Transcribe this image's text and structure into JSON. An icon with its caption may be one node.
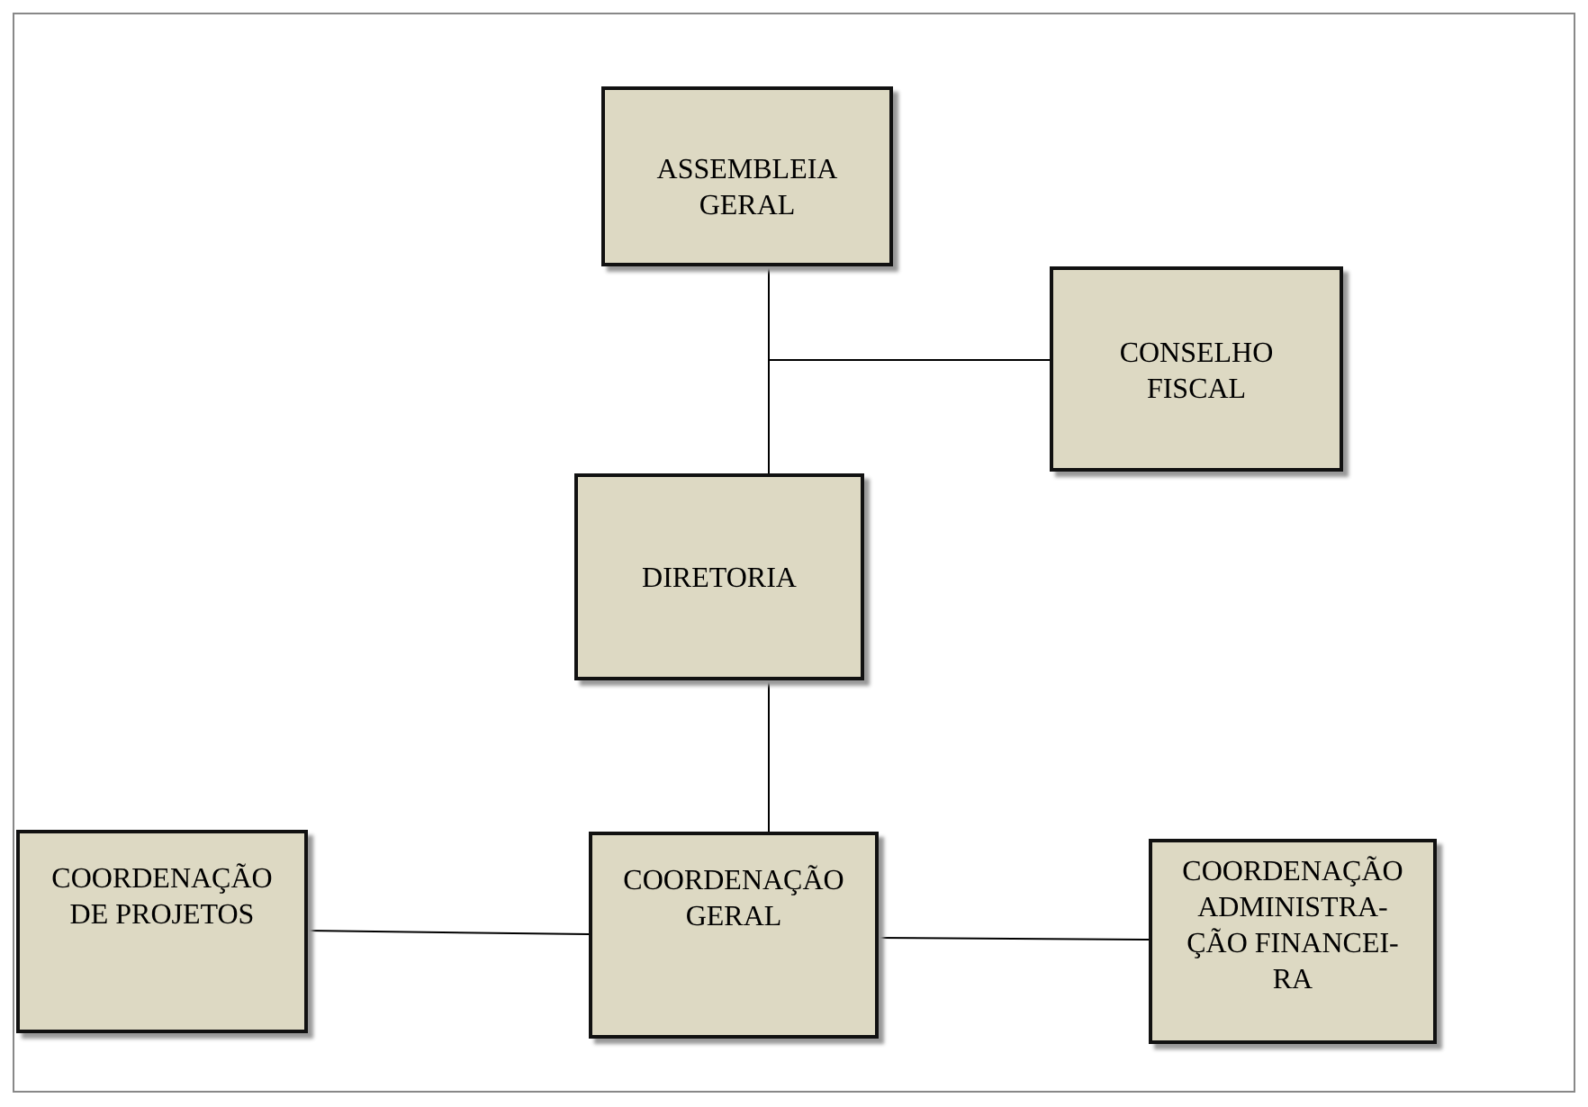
{
  "diagram": {
    "nodes": [
      {
        "text": [
          "ASSEMBLEIA GERAL"
        ]
      },
      {
        "text": [
          "CONSELHO FISCAL"
        ]
      },
      {
        "text": [
          "DIRETORIA"
        ]
      },
      {
        "text": [
          "COORDENAÇÃO DE PROJETOS"
        ]
      },
      {
        "text": [
          "COORDENAÇÃO GERAL"
        ]
      },
      {
        "text": [
          "COORDENAÇÃO ADMINISTRA- ÇÃO FINANCEI- RA"
        ]
      }
    ],
    "edges": [
      {
        "from": 0,
        "to": 2,
        "arrow": "none"
      },
      {
        "from": 1,
        "to": 0,
        "arrow": "none"
      },
      {
        "from": 2,
        "to": 4,
        "arrow": "none"
      },
      {
        "from": 3,
        "to": 4,
        "arrow": "none"
      },
      {
        "from": 4,
        "to": 5,
        "arrow": "none"
      }
    ]
  }
}
